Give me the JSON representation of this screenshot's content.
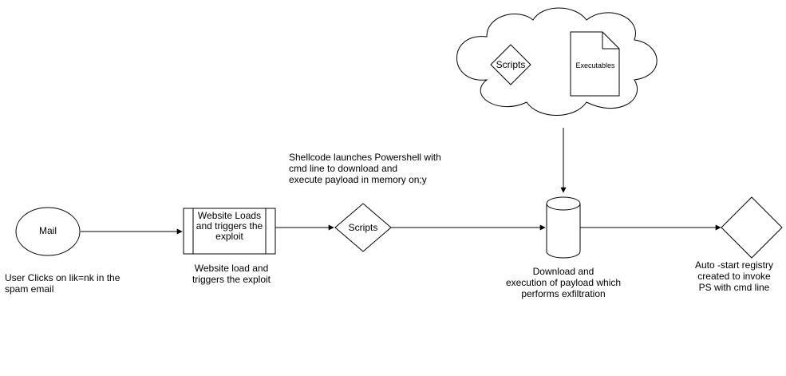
{
  "nodes": {
    "mail": "Mail",
    "website": [
      "Website Loads",
      "and triggers the",
      "exploit"
    ],
    "scripts_decision": "Scripts",
    "cloud_scripts": "Scripts",
    "cloud_executables": "Executables",
    "database": ""
  },
  "labels": {
    "mail_caption": [
      "User Clicks on lik=nk in the",
      "spam email"
    ],
    "website_caption": [
      "Website load and",
      "triggers the exploit"
    ],
    "shellcode_caption": [
      "Shellcode launches Powershell with",
      "cmd line to download and",
      "execute payload in memory on;y"
    ],
    "download_caption": [
      "Download and",
      "execution of payload which",
      "performs exfiltration"
    ],
    "registry_caption": [
      "Auto -start registry",
      "created to invoke",
      "PS with cmd line"
    ]
  },
  "colors": {
    "stroke": "#000000",
    "fill": "#ffffff"
  }
}
